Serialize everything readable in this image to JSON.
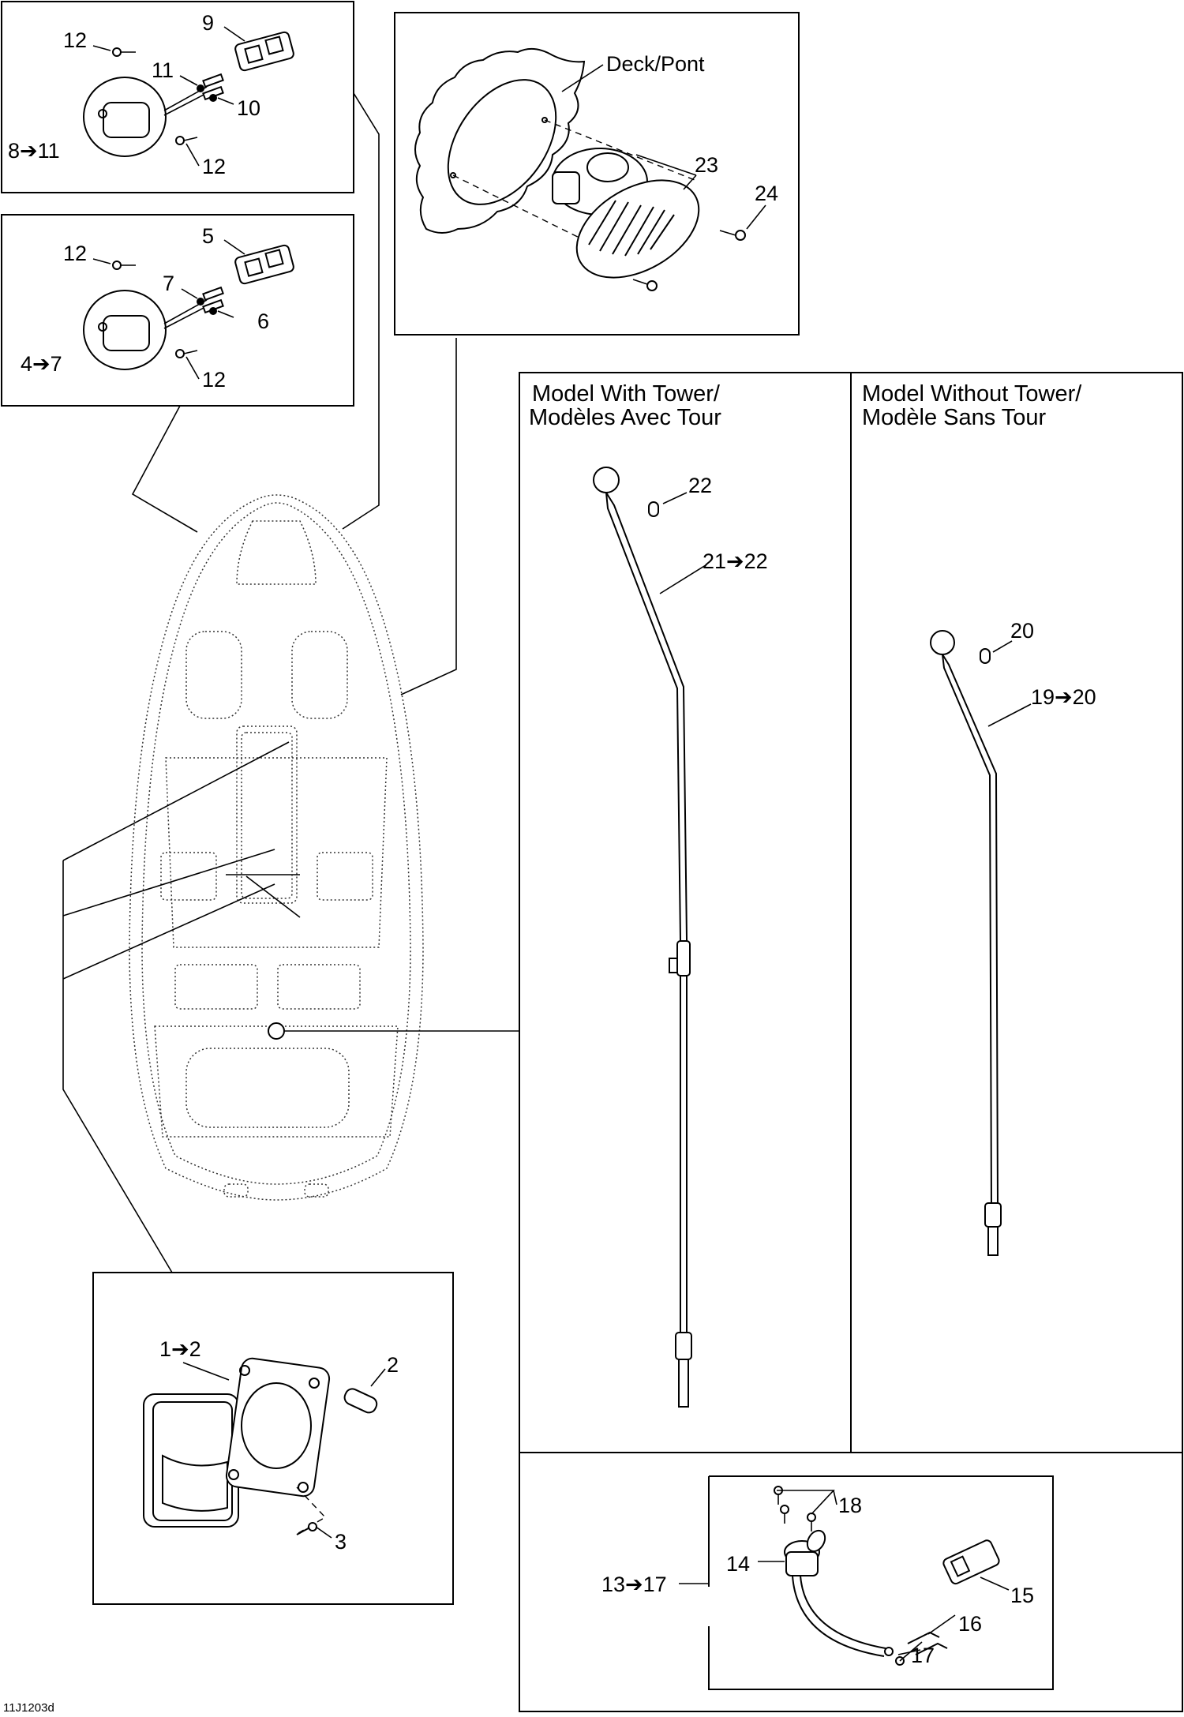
{
  "figure_ref": "11J1203d",
  "boxes": {
    "front_light_a": {
      "callouts": [
        "12",
        "9",
        "11",
        "10",
        "8➔11",
        "12"
      ]
    },
    "front_light_b": {
      "callouts": [
        "12",
        "5",
        "7",
        "6",
        "4➔7",
        "12"
      ]
    },
    "horn": {
      "deck_label": "Deck/Pont",
      "callouts": [
        "23",
        "24"
      ]
    },
    "tower_panel": {
      "header_line1": "Model With Tower/",
      "header_line2": "Modèles Avec Tour",
      "callouts": [
        "22",
        "21➔22"
      ]
    },
    "no_tower_panel": {
      "header_line1": "Model Without Tower/",
      "header_line2": "Modèle Sans Tour",
      "callouts": [
        "20",
        "19➔20"
      ]
    },
    "socket": {
      "callouts": [
        "18",
        "14",
        "13➔17",
        "15",
        "16",
        "17"
      ]
    },
    "courtesy_light": {
      "callouts": [
        "1➔2",
        "2",
        "3"
      ]
    }
  }
}
